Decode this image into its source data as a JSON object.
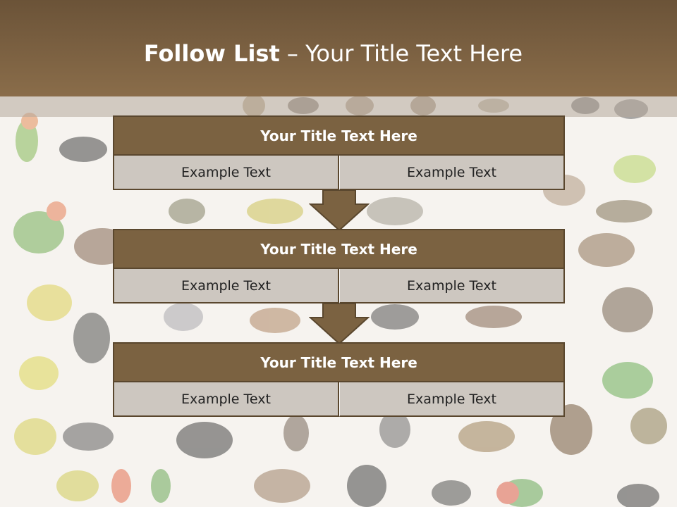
{
  "slide": {
    "title_bold": "Follow List",
    "title_rest": "– Your Title Text Here"
  },
  "steps": [
    {
      "title": "Your Title Text Here",
      "left": "Example Text",
      "right": "Example Text"
    },
    {
      "title": "Your Title Text Here",
      "left": "Example Text",
      "right": "Example Text"
    },
    {
      "title": "Your Title Text Here",
      "left": "Example Text",
      "right": "Example Text"
    }
  ],
  "colors": {
    "header": "#7a6040",
    "block_title": "#7b6241",
    "block_cell": "#cdc7c0",
    "border": "#5a472e"
  }
}
